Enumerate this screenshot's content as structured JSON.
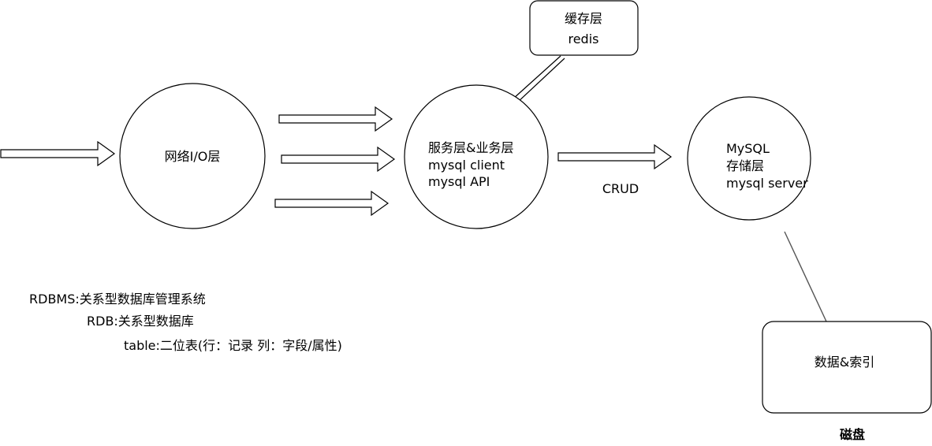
{
  "nodes": {
    "network_io": {
      "label": "网络I/O层"
    },
    "service": {
      "lines": [
        "服务层&业务层",
        "mysql client",
        "mysql API"
      ]
    },
    "cache": {
      "lines": [
        "缓存层",
        "redis"
      ]
    },
    "storage": {
      "lines": [
        "MySQL",
        "存储层",
        "mysql server"
      ]
    },
    "data_index": {
      "label": "数据&索引"
    }
  },
  "edge_labels": {
    "crud": "CRUD",
    "disk": "磁盘"
  },
  "notes": {
    "rdbms": "RDBMS:关系型数据库管理系统",
    "rdb": "RDB:关系型数据库",
    "table": "table:二位表(行：记录 列：字段/属性)"
  }
}
